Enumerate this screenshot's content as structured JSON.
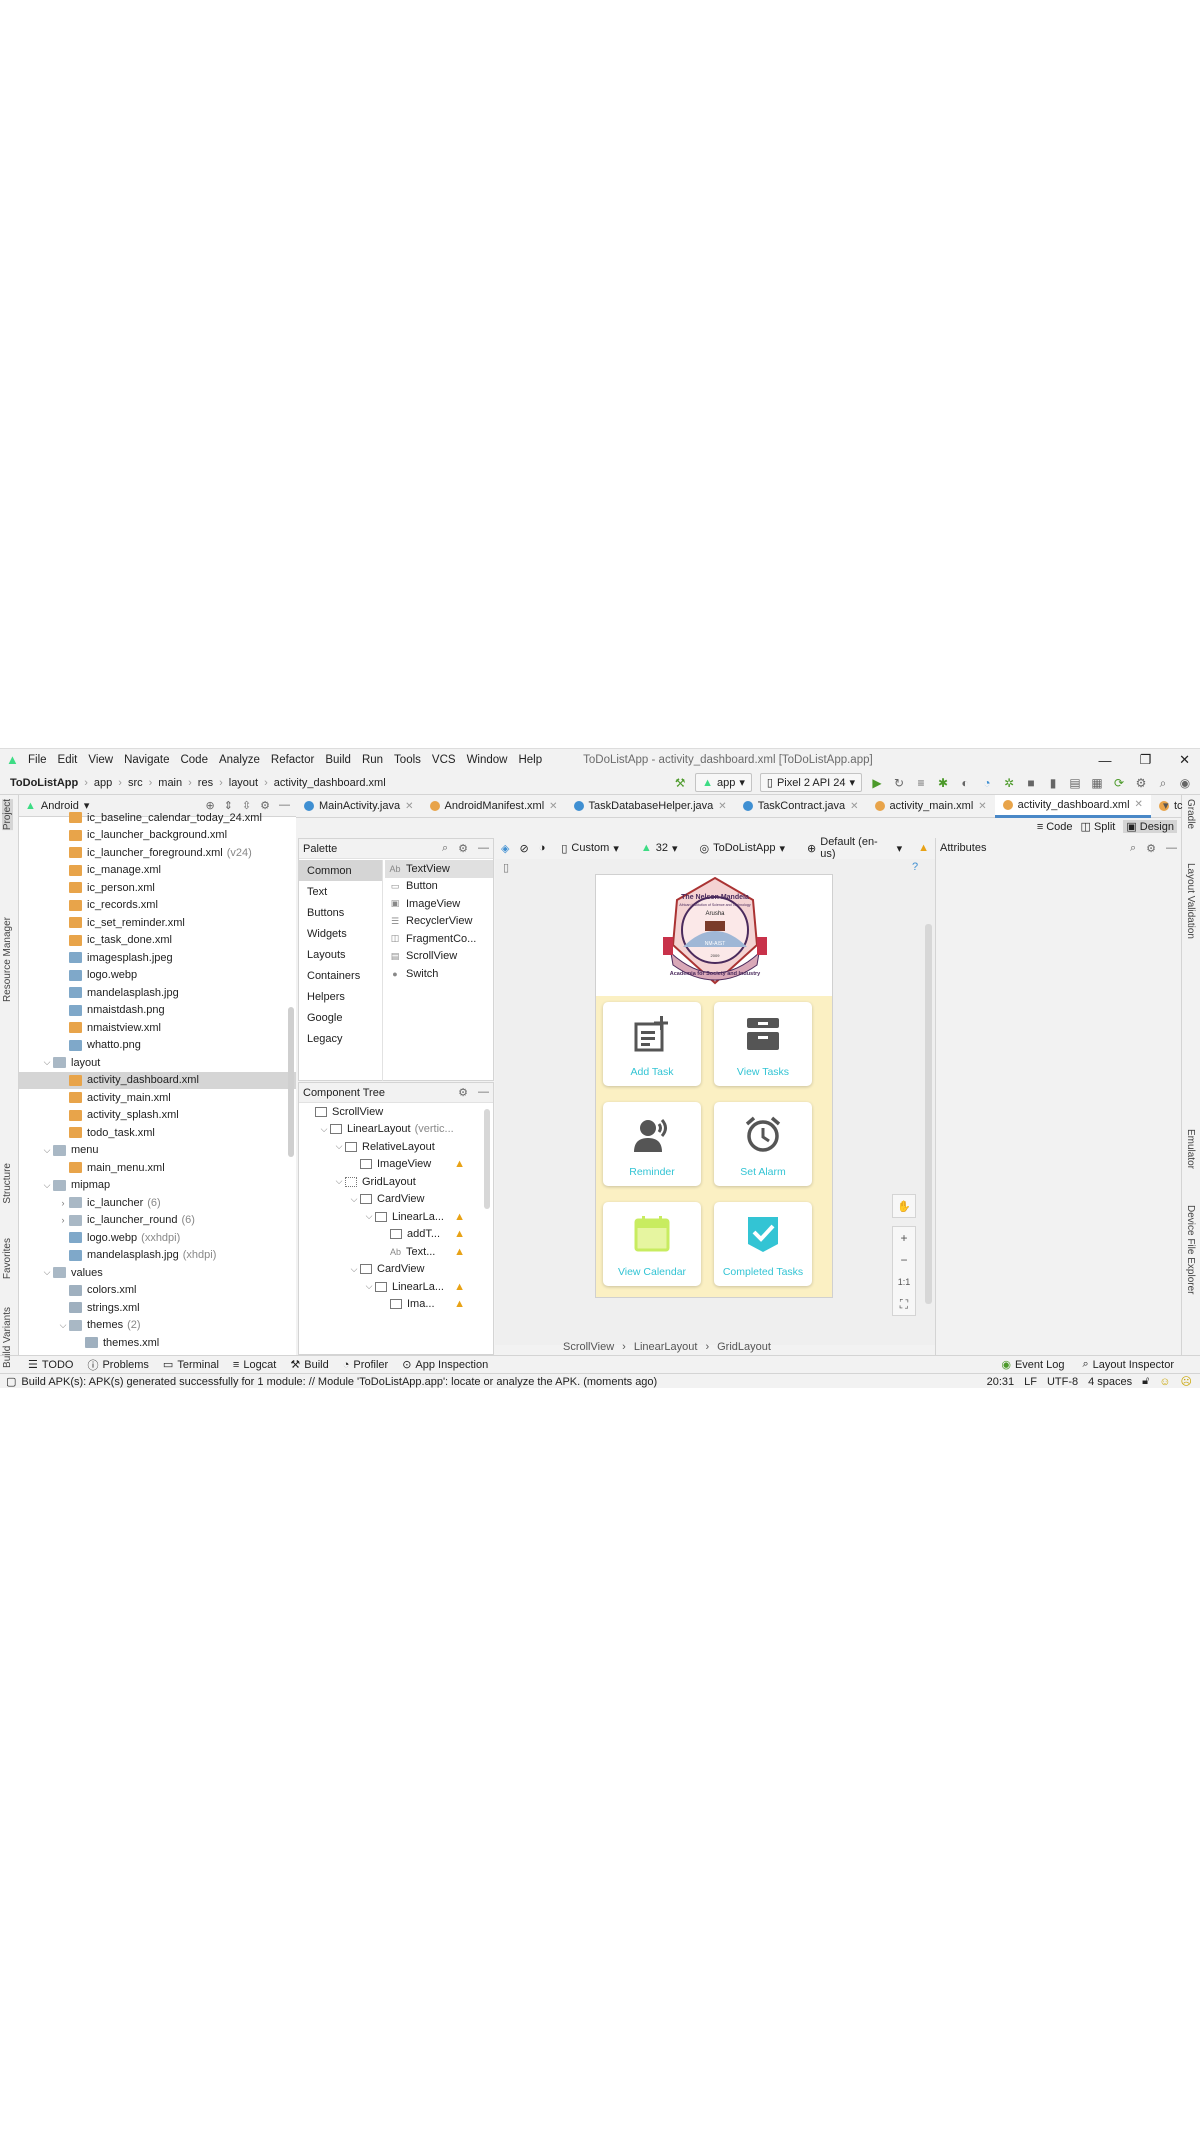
{
  "menu": {
    "items": [
      "File",
      "Edit",
      "View",
      "Navigate",
      "Code",
      "Analyze",
      "Refactor",
      "Build",
      "Run",
      "Tools",
      "VCS",
      "Window",
      "Help"
    ],
    "window_title": "ToDoListApp - activity_dashboard.xml [ToDoListApp.app]"
  },
  "breadcrumb": [
    "ToDoListApp",
    "app",
    "src",
    "main",
    "res",
    "layout",
    "activity_dashboard.xml"
  ],
  "run": {
    "config": "app",
    "device": "Pixel 2 API 24"
  },
  "project": {
    "view_mode": "Android",
    "tree": [
      {
        "label": "ic_baseline_calendar_today_24.xml",
        "indent": 3,
        "icon": "xml"
      },
      {
        "label": "ic_launcher_background.xml",
        "indent": 3,
        "icon": "xml"
      },
      {
        "label": "ic_launcher_foreground.xml",
        "hint": "(v24)",
        "indent": 3,
        "icon": "xml"
      },
      {
        "label": "ic_manage.xml",
        "indent": 3,
        "icon": "xml"
      },
      {
        "label": "ic_person.xml",
        "indent": 3,
        "icon": "xml"
      },
      {
        "label": "ic_records.xml",
        "indent": 3,
        "icon": "xml"
      },
      {
        "label": "ic_set_reminder.xml",
        "indent": 3,
        "icon": "xml"
      },
      {
        "label": "ic_task_done.xml",
        "indent": 3,
        "icon": "xml"
      },
      {
        "label": "imagesplash.jpeg",
        "indent": 3,
        "icon": "img"
      },
      {
        "label": "logo.webp",
        "indent": 3,
        "icon": "img"
      },
      {
        "label": "mandelasplash.jpg",
        "indent": 3,
        "icon": "img"
      },
      {
        "label": "nmaistdash.png",
        "indent": 3,
        "icon": "img"
      },
      {
        "label": "nmaistview.xml",
        "indent": 3,
        "icon": "xml"
      },
      {
        "label": "whatto.png",
        "indent": 3,
        "icon": "img"
      },
      {
        "label": "layout",
        "indent": 2,
        "icon": "folder",
        "chev": "v"
      },
      {
        "label": "activity_dashboard.xml",
        "indent": 3,
        "icon": "xml",
        "selected": true
      },
      {
        "label": "activity_main.xml",
        "indent": 3,
        "icon": "xml"
      },
      {
        "label": "activity_splash.xml",
        "indent": 3,
        "icon": "xml"
      },
      {
        "label": "todo_task.xml",
        "indent": 3,
        "icon": "xml"
      },
      {
        "label": "menu",
        "indent": 2,
        "icon": "folder",
        "chev": "v"
      },
      {
        "label": "main_menu.xml",
        "indent": 3,
        "icon": "xml"
      },
      {
        "label": "mipmap",
        "indent": 2,
        "icon": "folder",
        "chev": "v"
      },
      {
        "label": "ic_launcher",
        "hint": "(6)",
        "indent": 3,
        "icon": "folder",
        "chev": ">"
      },
      {
        "label": "ic_launcher_round",
        "hint": "(6)",
        "indent": 3,
        "icon": "folder",
        "chev": ">"
      },
      {
        "label": "logo.webp",
        "hint": "(xxhdpi)",
        "indent": 3,
        "icon": "img"
      },
      {
        "label": "mandelasplash.jpg",
        "hint": "(xhdpi)",
        "indent": 3,
        "icon": "img"
      },
      {
        "label": "values",
        "indent": 2,
        "icon": "folder",
        "chev": "v"
      },
      {
        "label": "colors.xml",
        "indent": 3,
        "icon": "values"
      },
      {
        "label": "strings.xml",
        "indent": 3,
        "icon": "values"
      },
      {
        "label": "themes",
        "hint": "(2)",
        "indent": 3,
        "icon": "folder",
        "chev": "v"
      },
      {
        "label": "themes.xml",
        "indent": 4,
        "icon": "values"
      }
    ]
  },
  "left_tabs": [
    "Project",
    "Resource Manager",
    "Structure",
    "Favorites",
    "Build Variants"
  ],
  "right_tabs": [
    "Gradle",
    "Layout Validation",
    "Emulator",
    "Device File Explorer"
  ],
  "tabs": [
    {
      "label": "MainActivity.java",
      "color": "#3f8fd2"
    },
    {
      "label": "AndroidManifest.xml",
      "color": "#e8a44a"
    },
    {
      "label": "TaskDatabaseHelper.java",
      "color": "#3f8fd2"
    },
    {
      "label": "TaskContract.java",
      "color": "#3f8fd2"
    },
    {
      "label": "activity_main.xml",
      "color": "#e8a44a"
    },
    {
      "label": "activity_dashboard.xml",
      "color": "#e8a44a",
      "active": true
    },
    {
      "label": "tc",
      "color": "#e8a44a"
    }
  ],
  "modes": [
    "Code",
    "Split",
    "Design"
  ],
  "palette": {
    "title": "Palette",
    "categories": [
      "Common",
      "Text",
      "Buttons",
      "Widgets",
      "Layouts",
      "Containers",
      "Helpers",
      "Google",
      "Legacy"
    ],
    "items": [
      {
        "glyph": "Ab",
        "label": "TextView"
      },
      {
        "glyph": "▭",
        "label": "Button"
      },
      {
        "glyph": "▣",
        "label": "ImageView"
      },
      {
        "glyph": "☰",
        "label": "RecyclerView"
      },
      {
        "glyph": "◫",
        "label": "FragmentCo..."
      },
      {
        "glyph": "▤",
        "label": "ScrollView"
      },
      {
        "glyph": "●",
        "label": "Switch"
      }
    ]
  },
  "component_tree": {
    "title": "Component Tree",
    "rows": [
      {
        "label": "ScrollView",
        "indent": 0,
        "icon": "box"
      },
      {
        "label": "LinearLayout",
        "hint": "(vertic...",
        "indent": 1,
        "chev": "v",
        "icon": "box"
      },
      {
        "label": "RelativeLayout",
        "indent": 2,
        "chev": "v",
        "icon": "box"
      },
      {
        "label": "ImageView",
        "indent": 3,
        "icon": "img",
        "warn": true
      },
      {
        "label": "GridLayout",
        "indent": 2,
        "chev": "v",
        "icon": "grid"
      },
      {
        "label": "CardView",
        "indent": 3,
        "chev": "v",
        "icon": "box"
      },
      {
        "label": "LinearLa...",
        "indent": 4,
        "chev": "v",
        "icon": "box",
        "warn": true
      },
      {
        "label": "addT...",
        "indent": 5,
        "icon": "img",
        "warn": true
      },
      {
        "label": "Text...",
        "indent": 5,
        "icon": "ab",
        "warn": true
      },
      {
        "label": "CardView",
        "indent": 3,
        "chev": "v",
        "icon": "box"
      },
      {
        "label": "LinearLa...",
        "indent": 4,
        "chev": "v",
        "icon": "box",
        "warn": true
      },
      {
        "label": "Ima...",
        "indent": 5,
        "icon": "img",
        "warn": true
      }
    ]
  },
  "design_toolbar": {
    "device": "Custom",
    "api": "32",
    "theme": "ToDoListApp",
    "locale": "Default (en-us)"
  },
  "preview": {
    "logo": {
      "top_text": "The Nelson Mandela",
      "sub_text": "African Institution of Science and Technology",
      "city": "Arusha",
      "badge": "NM-AIST",
      "year": "2009",
      "motto": "Academia for Society and Industry"
    },
    "cards": [
      {
        "label": "Add Task",
        "icon": "add-task-icon"
      },
      {
        "label": "View Tasks",
        "icon": "inbox-icon"
      },
      {
        "label": "Reminder",
        "icon": "person-voice-icon"
      },
      {
        "label": "Set Alarm",
        "icon": "alarm-icon"
      },
      {
        "label": "View Calendar",
        "icon": "calendar-icon"
      },
      {
        "label": "Completed Tasks",
        "icon": "check-badge-icon"
      }
    ],
    "zoom": [
      "+",
      "−",
      "1:1"
    ]
  },
  "design_breadcrumb": [
    "ScrollView",
    "LinearLayout",
    "GridLayout"
  ],
  "attributes": {
    "title": "Attributes"
  },
  "bottom_tools": [
    "TODO",
    "Problems",
    "Terminal",
    "Logcat",
    "Build",
    "Profiler",
    "App Inspection"
  ],
  "bottom_right_tools": [
    "Event Log",
    "Layout Inspector"
  ],
  "status": {
    "message": "Build APK(s): APK(s) generated successfully for 1 module: // Module 'ToDoListApp.app': locate or analyze the APK. (moments ago)",
    "time": "20:31",
    "eol": "LF",
    "encoding": "UTF-8",
    "indent": "4 spaces"
  }
}
